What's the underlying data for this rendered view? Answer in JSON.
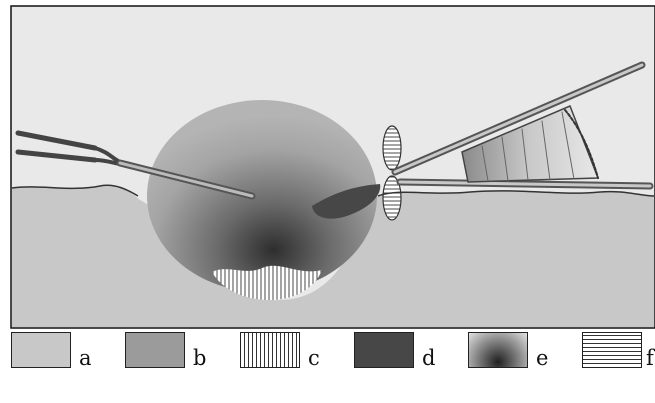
{
  "legend": [
    {
      "label": "a",
      "pattern": "light-solid-gray",
      "color": "#c8c8c8"
    },
    {
      "label": "b",
      "pattern": "medium-solid-gray",
      "color": "#9b9b9b"
    },
    {
      "label": "c",
      "pattern": "vertical-hatching",
      "color": "#ffffff"
    },
    {
      "label": "d",
      "pattern": "dark-solid-gray",
      "color": "#474747"
    },
    {
      "label": "e",
      "pattern": "radial-gradient",
      "color": "#2a2a2a"
    },
    {
      "label": "f",
      "pattern": "horizontal-hatching",
      "color": "#ffffff"
    }
  ]
}
